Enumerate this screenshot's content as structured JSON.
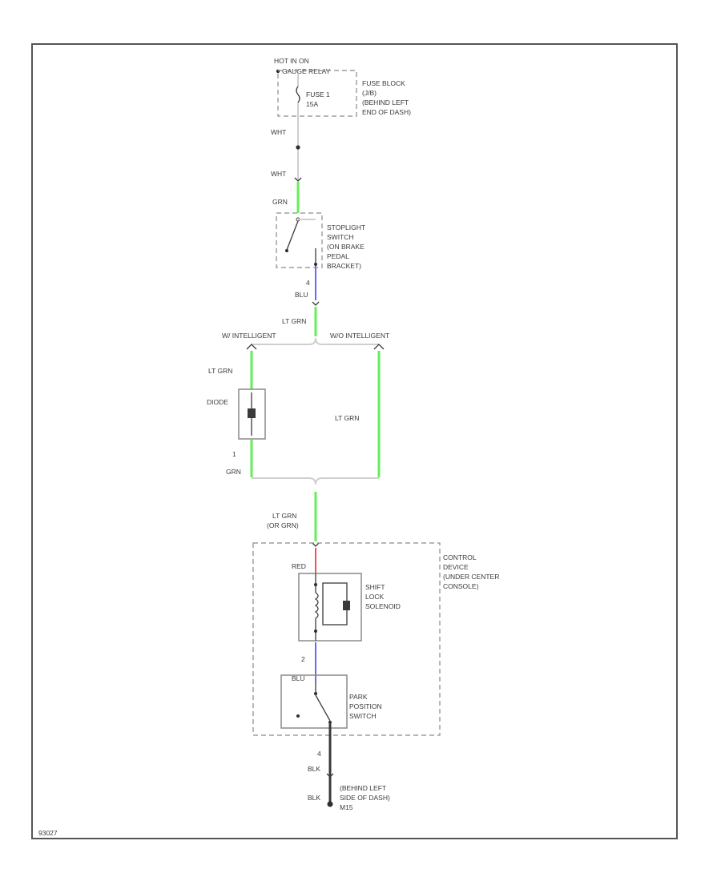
{
  "colors": {
    "green_wire": "#66ee55",
    "blue_wire": "#6a6aee",
    "red_wire": "#ee5555",
    "gray_wire": "#cfcfcf",
    "dark_wire": "#3a3a3a"
  },
  "power": {
    "hot_in_on": "HOT IN ON",
    "gauge_relay": "GAUGE RELAY",
    "fuse_name": "FUSE 1",
    "fuse_rating": "15A"
  },
  "fuse_block": [
    "FUSE BLOCK",
    "(J/B)",
    "(BEHIND LEFT",
    "END OF DASH)"
  ],
  "wires": {
    "wht_1": "WHT",
    "wht_2": "WHT",
    "grn_1": "GRN",
    "blu_1": "BLU",
    "lt_grn_top": "LT GRN",
    "lt_grn_left": "LT GRN",
    "lt_grn_right": "LT GRN",
    "grn_2": "GRN",
    "lt_grn_bottom": "LT GRN",
    "or_grn": "(OR GRN)",
    "red": "RED",
    "blu_2": "BLU",
    "blk_1": "BLK",
    "blk_2": "BLK"
  },
  "pins": {
    "stoplight_pin": "4",
    "diode_pin": "1",
    "solenoid_pin": "2",
    "park_pin": "4"
  },
  "stoplight_switch": [
    "STOPLIGHT",
    "SWITCH",
    "(ON BRAKE",
    "PEDAL",
    "BRACKET)"
  ],
  "branches": {
    "left": "W/ INTELLIGENT",
    "right": "W/O INTELLIGENT"
  },
  "diode": "DIODE",
  "control_device": [
    "CONTROL",
    "DEVICE",
    "(UNDER CENTER",
    "CONSOLE)"
  ],
  "shift_lock_solenoid": [
    "SHIFT",
    "LOCK",
    "SOLENOID"
  ],
  "park_position_switch": [
    "PARK",
    "POSITION",
    "SWITCH"
  ],
  "ground": [
    "(BEHIND LEFT",
    "SIDE OF DASH)",
    "M15"
  ],
  "figure_id": "93027"
}
